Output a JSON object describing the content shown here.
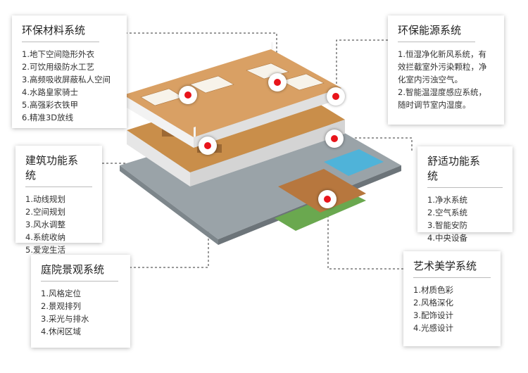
{
  "panels": [
    {
      "id": "eco-materials",
      "title": "环保材料系统",
      "items": [
        "1.地下空间隐形外衣",
        "2.可饮用级防水工艺",
        "3.高频吸收屏蔽私人空间",
        "4.水路皇家骑士",
        "5.高强彩衣铁甲",
        "6.精准3D放线"
      ]
    },
    {
      "id": "eco-energy",
      "title": "环保能源系统",
      "items": [
        "1.恒湿净化新风系统，有效拦截室外污染颗粒，净化室内污浊空气。",
        "2.智能温湿度感应系统，随时调节室内湿度。"
      ]
    },
    {
      "id": "building-function",
      "title": "建筑功能系统",
      "items": [
        "1.动线规划",
        "2.空间规划",
        "3.风水调整",
        "4.系统收纳",
        "5.爱宠生活"
      ]
    },
    {
      "id": "comfort-function",
      "title": "舒适功能系统",
      "items": [
        "1.净水系统",
        "2.空气系统",
        "3.智能安防",
        "4.中央设备"
      ]
    },
    {
      "id": "courtyard-landscape",
      "title": "庭院景观系统",
      "items": [
        "1.风格定位",
        "2.景观排列",
        "3.采光与排水",
        "4.休闲区域"
      ]
    },
    {
      "id": "art-aesthetics",
      "title": "艺术美学系统",
      "items": [
        "1.材质色彩",
        "2.风格深化",
        "3.配饰设计",
        "4.光感设计"
      ]
    }
  ],
  "colors": {
    "marker": "#e8141b",
    "floor": "#c98e4a",
    "wall": "#f2f2f2",
    "grass": "#6aa84f",
    "pool": "#4fb3d9"
  }
}
